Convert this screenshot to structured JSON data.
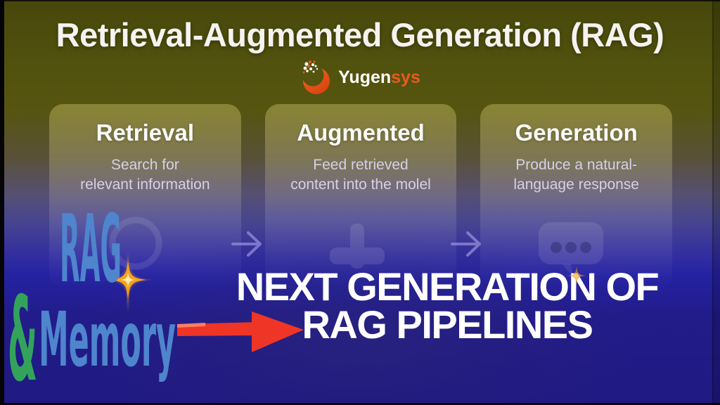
{
  "header": {
    "title": "Retrieval-Augmented Generation (RAG)"
  },
  "logo": {
    "name_primary": "Yugen",
    "name_accent": "sys"
  },
  "cards": [
    {
      "title": "Retrieval",
      "description_line1": "Search for",
      "description_line2": "relevant information",
      "icon": "magnifier-icon"
    },
    {
      "title": "Augmented",
      "description_line1": "Feed retrieved",
      "description_line2": "content into the molel",
      "icon": "plus-icon"
    },
    {
      "title": "Generation",
      "description_line1": "Produce a natural-",
      "description_line2": "language response",
      "icon": "chat-bubble-icon"
    }
  ],
  "overlay": {
    "rag": "RAG",
    "ampersand": "&",
    "memory": "Memory",
    "headline_line1": "NEXT GENERATION OF",
    "headline_line2": "RAG PIPELINES"
  },
  "colors": {
    "background_top_olive": "#565510",
    "background_bottom_indigo": "#221c8a",
    "rag_memory_blue": "#4e85cd",
    "ampersand_green": "#33a35c",
    "arrow_red": "#ee3526",
    "logo_orange": "#e85a1f",
    "headline_white": "#ffffff",
    "sparkle_gold": "#f5a31c",
    "card_subtitle_lavender": "#d6d0e8"
  }
}
